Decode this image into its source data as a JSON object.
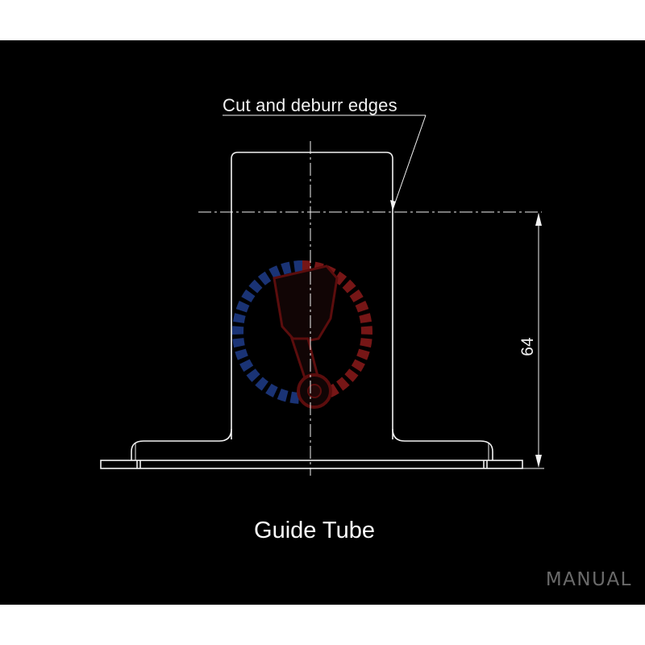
{
  "drawing": {
    "callout_text": "Cut and deburr edges",
    "dimension_value": "64",
    "title": "Guide Tube",
    "watermark": "MANUAL"
  },
  "colors": {
    "background": "#000000",
    "line": "#f2f2f2",
    "logo_red": "#8b1a1a",
    "logo_blue": "#1f3d8a"
  },
  "icons": {
    "logo": "piston-gear-logo-icon"
  }
}
